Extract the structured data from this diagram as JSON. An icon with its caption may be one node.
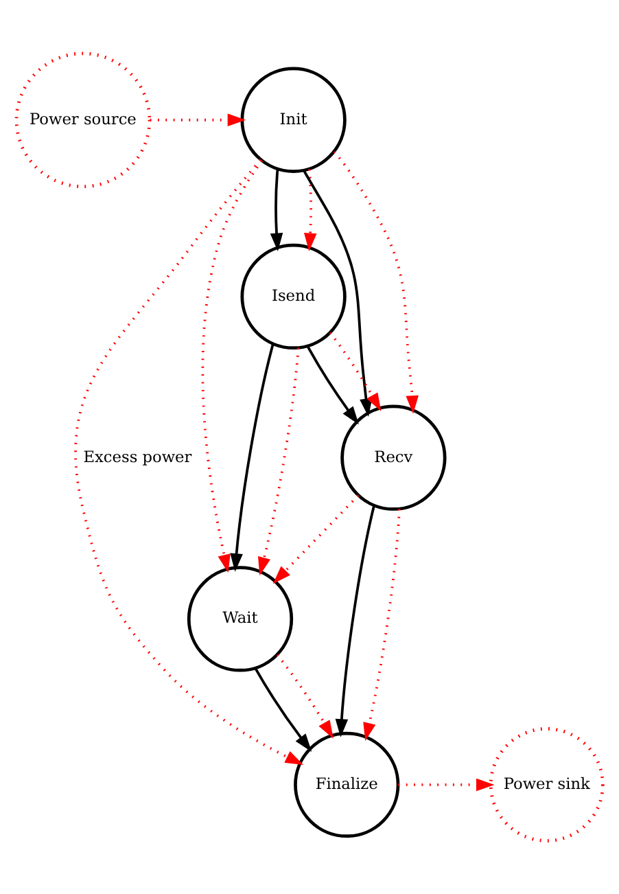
{
  "diagram": {
    "nodes": [
      {
        "text": [
          "Init"
        ]
      },
      {
        "text": [
          "Power source"
        ]
      },
      {
        "text": [
          "Isend"
        ]
      },
      {
        "text": [
          "Recv"
        ]
      },
      {
        "text": [
          "Wait"
        ]
      },
      {
        "text": [
          "Finalize"
        ]
      },
      {
        "text": [
          "Power sink"
        ]
      }
    ],
    "edges": [
      {
        "from": 1,
        "to": 0,
        "arrow": "to",
        "style": "dashed",
        "color": "#ff0000"
      },
      {
        "from": 0,
        "to": 2,
        "arrow": "to",
        "color": "#000000"
      },
      {
        "from": 0,
        "to": 3,
        "arrow": "to",
        "color": "#000000"
      },
      {
        "from": 2,
        "to": 3,
        "arrow": "to",
        "color": "#000000"
      },
      {
        "from": 2,
        "to": 4,
        "arrow": "to",
        "color": "#000000"
      },
      {
        "from": 3,
        "to": 5,
        "arrow": "to",
        "color": "#000000"
      },
      {
        "from": 4,
        "to": 5,
        "arrow": "to",
        "color": "#000000"
      },
      {
        "from": 0,
        "to": 5,
        "arrow": "to",
        "label": "Excess power",
        "style": "dashed",
        "color": "#ff0000"
      },
      {
        "from": 0,
        "to": 3,
        "arrow": "to",
        "style": "dashed",
        "color": "#ff0000"
      },
      {
        "from": 0,
        "to": 2,
        "arrow": "to",
        "style": "dashed",
        "color": "#ff0000"
      },
      {
        "from": 0,
        "to": 4,
        "arrow": "to",
        "style": "dashed",
        "color": "#ff0000"
      },
      {
        "from": 2,
        "to": 3,
        "arrow": "to",
        "style": "dashed",
        "color": "#ff0000"
      },
      {
        "from": 2,
        "to": 4,
        "arrow": "to",
        "style": "dashed",
        "color": "#ff0000"
      },
      {
        "from": 3,
        "to": 4,
        "arrow": "to",
        "style": "dashed",
        "color": "#ff0000"
      },
      {
        "from": 3,
        "to": 5,
        "arrow": "to",
        "style": "dashed",
        "color": "#ff0000"
      },
      {
        "from": 4,
        "to": 5,
        "arrow": "to",
        "style": "dashed",
        "color": "#ff0000"
      },
      {
        "from": 5,
        "to": 6,
        "arrow": "to",
        "style": "dashed",
        "color": "#ff0000"
      }
    ]
  }
}
